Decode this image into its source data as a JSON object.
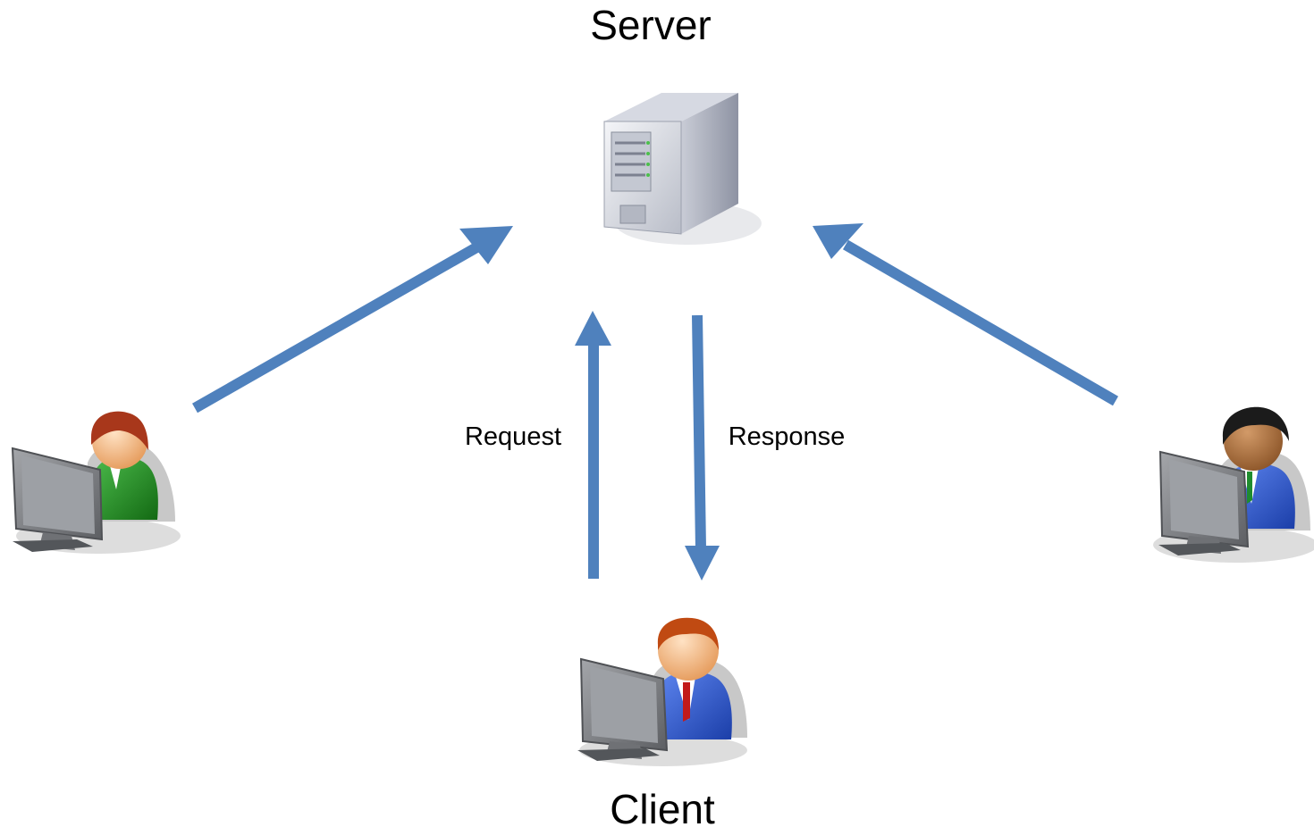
{
  "diagram": {
    "title_top": "Server",
    "title_bottom": "Client",
    "request_label": "Request",
    "response_label": "Response",
    "nodes": {
      "server": "server-icon",
      "client_main": "user-computer-icon",
      "client_left": "user-computer-icon",
      "client_right": "user-computer-icon"
    },
    "colors": {
      "arrow": "#4f81bd",
      "text": "#000000"
    }
  }
}
